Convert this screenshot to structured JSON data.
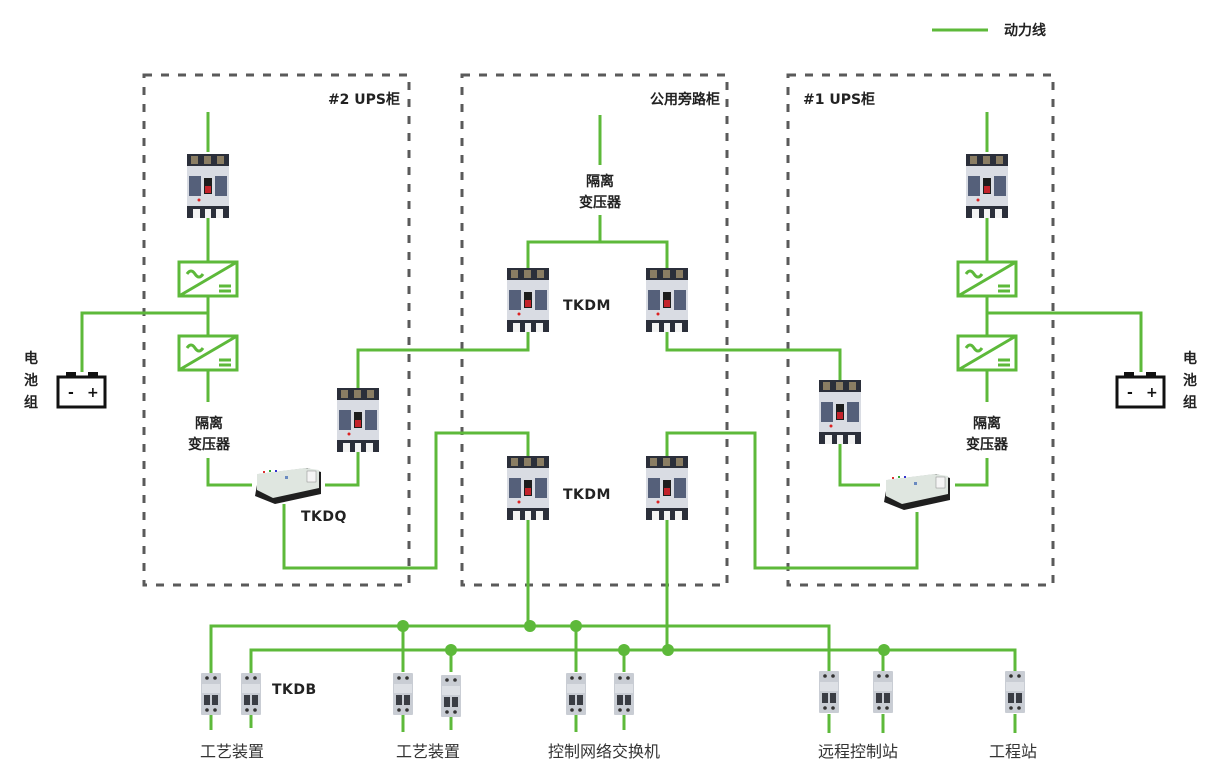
{
  "legend": {
    "label": "动力线",
    "color": "#5db93a"
  },
  "colors": {
    "wire": "#5db93a",
    "cabinet_border": "#5a5a5a"
  },
  "cabinets": [
    {
      "id": "ups2",
      "title": "#2 UPS柜"
    },
    {
      "id": "bypass",
      "title": "公用旁路柜"
    },
    {
      "id": "ups1",
      "title": "#1 UPS柜"
    }
  ],
  "labels": {
    "isolation_transformer_line1": "隔离",
    "isolation_transformer_line2": "变压器",
    "battery_chars": [
      "电",
      "池",
      "组"
    ],
    "battery_minus": "-",
    "battery_plus": "+",
    "tkdm": "TKDM",
    "tkdq": "TKDQ",
    "tkdb": "TKDB",
    "ac_symbol": "~",
    "dc_symbol": "="
  },
  "loads": [
    {
      "label": "工艺装置"
    },
    {
      "label": "工艺装置"
    },
    {
      "label": "控制网络交换机"
    },
    {
      "label": "远程控制站"
    },
    {
      "label": "工程站"
    }
  ]
}
